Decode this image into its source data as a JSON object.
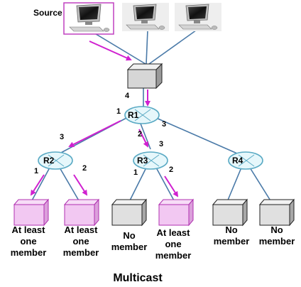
{
  "diagram": {
    "title": "Multicast",
    "source_label": "Source",
    "routers": [
      "R1",
      "R2",
      "R3",
      "R4"
    ],
    "port_labels": {
      "switch_to_r1": "4",
      "r1_to_r2": "1",
      "r1_to_r3": "2",
      "r1_to_r4": "3",
      "r2_arrow_tail": "3",
      "r3_arrow_head": "3",
      "r2_left": "1",
      "r2_right": "2",
      "r3_left": "1",
      "r3_right": "2"
    },
    "hosts": [
      {
        "label1": "At least",
        "label2": "one",
        "label3": "member"
      },
      {
        "label1": "At least",
        "label2": "one",
        "label3": "member"
      },
      {
        "label1": "No",
        "label2": "member",
        "label3": ""
      },
      {
        "label1": "At least",
        "label2": "one",
        "label3": "member"
      },
      {
        "label1": "No",
        "label2": "member",
        "label3": ""
      },
      {
        "label1": "No",
        "label2": "member",
        "label3": ""
      }
    ],
    "colors": {
      "link": "#4a7aa8",
      "multicast_arrow": "#d020d0",
      "member_host": "#f2c8f2",
      "member_border": "#b030b0",
      "plain_host": "#e0e0e0",
      "router_fill": "#e6f7fb",
      "router_border": "#5aaac4"
    }
  }
}
